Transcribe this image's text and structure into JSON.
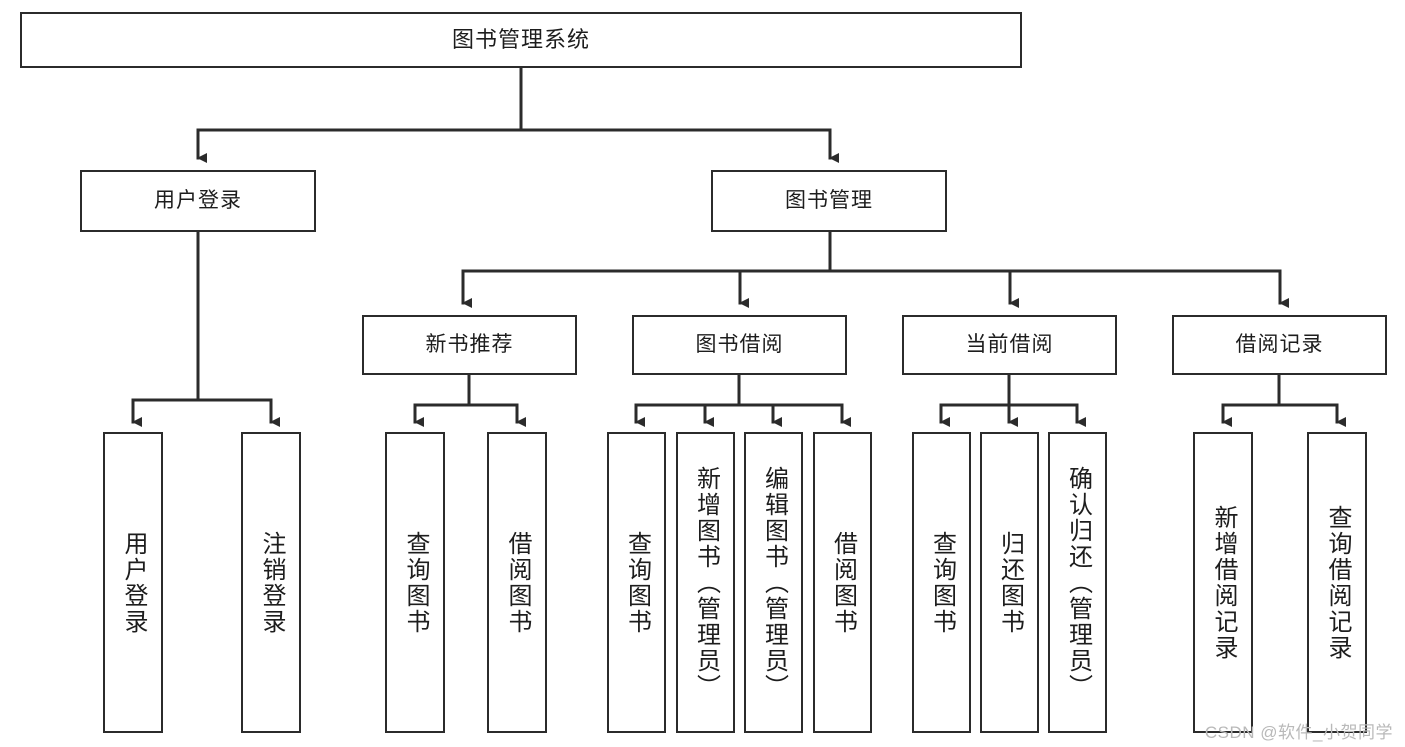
{
  "diagram": {
    "type": "tree-hierarchy",
    "title": "图书管理系统",
    "watermark": "CSDN @软件_小贺同学",
    "colors": {
      "box_border": "#2b2b2b",
      "box_fill": "#ffffff",
      "connector": "#2b2b2b",
      "text": "#1d1d1d",
      "watermark": "#b9b9b9",
      "background": "#ffffff"
    },
    "root": {
      "label": "图书管理系统"
    },
    "level1": [
      {
        "label": "用户登录"
      },
      {
        "label": "图书管理"
      }
    ],
    "level2": [
      {
        "label": "新书推荐"
      },
      {
        "label": "图书借阅"
      },
      {
        "label": "当前借阅"
      },
      {
        "label": "借阅记录"
      }
    ],
    "leaves": {
      "user_login": [
        {
          "label": "用户登录"
        },
        {
          "label": "注销登录"
        }
      ],
      "new_book_recommend": [
        {
          "label": "查询图书"
        },
        {
          "label": "借阅图书"
        }
      ],
      "book_borrow": [
        {
          "label": "查询图书"
        },
        {
          "label": "新增图书（管理员）"
        },
        {
          "label": "编辑图书（管理员）"
        },
        {
          "label": "借阅图书"
        }
      ],
      "current_borrow": [
        {
          "label": "查询图书"
        },
        {
          "label": "归还图书"
        },
        {
          "label": "确认归还（管理员）"
        }
      ],
      "borrow_record": [
        {
          "label": "新增借阅记录"
        },
        {
          "label": "查询借阅记录"
        }
      ]
    }
  }
}
